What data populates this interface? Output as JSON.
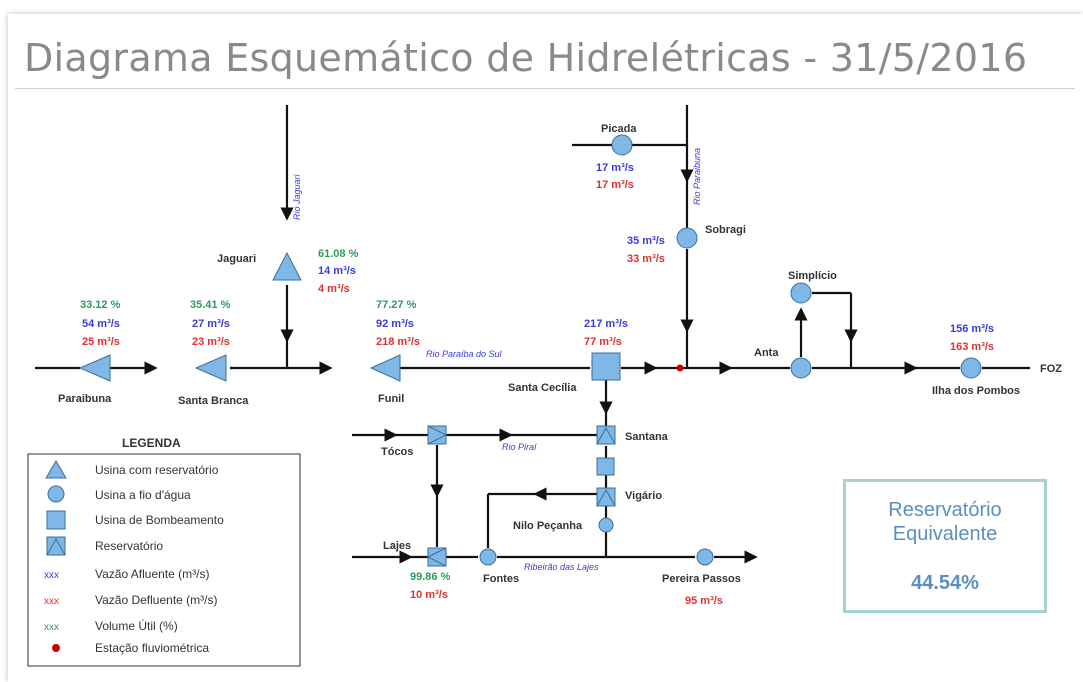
{
  "title": "Diagrama Esquemático de Hidrelétricas - 31/5/2016",
  "plants": {
    "paraibuna": {
      "name": "Paraibuna",
      "volume": "33.12 %",
      "afluente": "54 m³/s",
      "defluente": "25 m³/s"
    },
    "santa_branca": {
      "name": "Santa Branca",
      "volume": "35.41 %",
      "afluente": "27 m³/s",
      "defluente": "23 m³/s"
    },
    "jaguari": {
      "name": "Jaguari",
      "volume": "61.08 %",
      "afluente": "14 m³/s",
      "defluente": "4 m³/s"
    },
    "funil": {
      "name": "Funil",
      "volume": "77.27 %",
      "afluente": "92 m³/s",
      "defluente": "218 m³/s"
    },
    "santa_cecilia": {
      "name": "Santa Cecília",
      "afluente": "217 m³/s",
      "defluente": "77 m³/s"
    },
    "picada": {
      "name": "Picada",
      "afluente": "17 m³/s",
      "defluente": "17 m³/s"
    },
    "sobragi": {
      "name": "Sobragi",
      "afluente": "35 m³/s",
      "defluente": "33 m³/s"
    },
    "simplicio": {
      "name": "Simplício"
    },
    "anta": {
      "name": "Anta"
    },
    "ilha_dos_pombos": {
      "name": "Ilha dos Pombos",
      "afluente": "156 m³/s",
      "defluente": "163 m³/s"
    },
    "santana": {
      "name": "Santana"
    },
    "vigario": {
      "name": "Vigário"
    },
    "nilo_pecanha": {
      "name": "Nilo Peçanha"
    },
    "tocos": {
      "name": "Tócos"
    },
    "lajes": {
      "name": "Lajes",
      "volume": "99.86 %",
      "defluente": "10 m³/s"
    },
    "fontes": {
      "name": "Fontes"
    },
    "pereira_passos": {
      "name": "Pereira Passos",
      "defluente": "95 m³/s"
    }
  },
  "foz": "FOZ",
  "rivers": {
    "jaguari": "Rio Jaguari",
    "paraibuna": "Rio Paraibuna",
    "paraiba_do_sul": "Rio Paraíba do Sul",
    "pirai": "Rio Piraí",
    "ribeirao_das_lajes": "Ribeirão das Lajes"
  },
  "legend": {
    "title": "LEGENDA",
    "items": {
      "reservoir_plant": "Usina com reservatório",
      "run_of_river": "Usina a fio d'água",
      "pumping": "Usina de Bombeamento",
      "reservoir": "Reservatório",
      "afluente": "Vazão Afluente (m³/s)",
      "defluente": "Vazão Defluente (m³/s)",
      "volume": "Volume Útil (%)",
      "station": "Estação fluviométrica"
    },
    "xxx": "xxx"
  },
  "equivalent_reservoir": {
    "label": "Reservatório Equivalente",
    "value": "44.54%"
  },
  "colors": {
    "afluente": "#3b3bdd",
    "defluente": "#e03030",
    "volume": "#2e9a5a",
    "symbol_fill": "#7fb8e6",
    "station": "#cc0000"
  }
}
